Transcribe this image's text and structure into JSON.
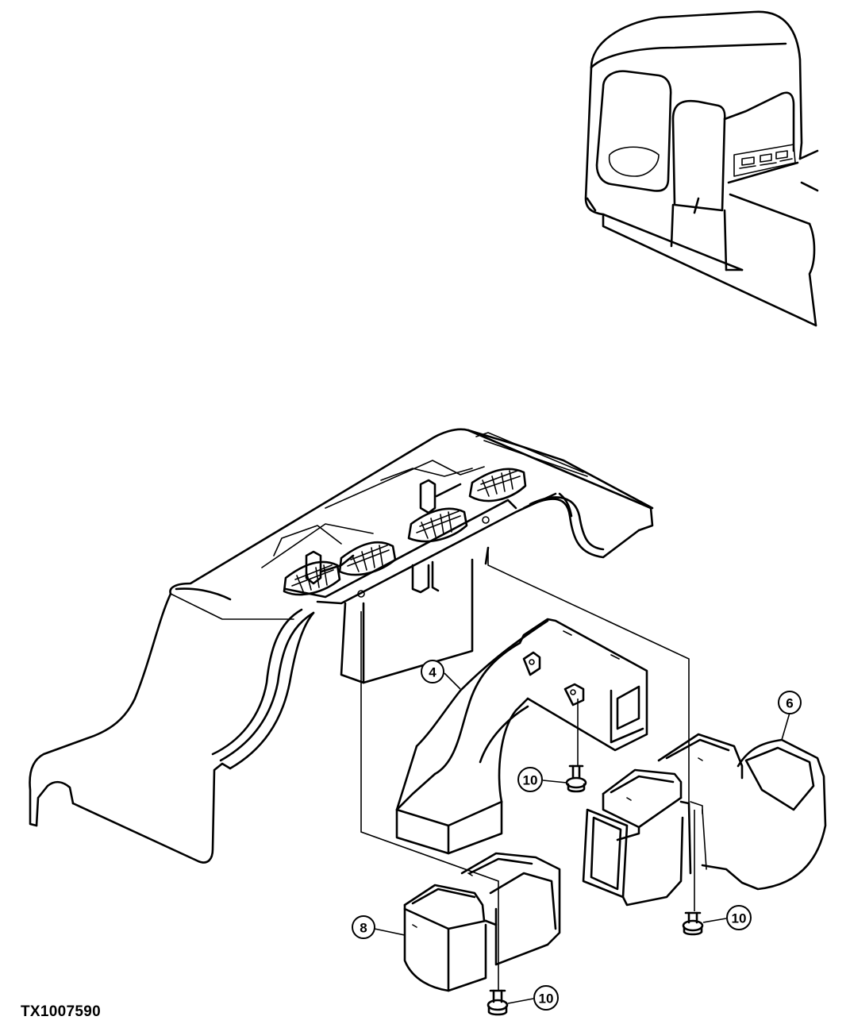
{
  "figure_code": "TX1007590",
  "callouts": [
    {
      "label": "4"
    },
    {
      "label": "6"
    },
    {
      "label": "8"
    },
    {
      "label": "10"
    },
    {
      "label": "10"
    },
    {
      "label": "10"
    }
  ]
}
